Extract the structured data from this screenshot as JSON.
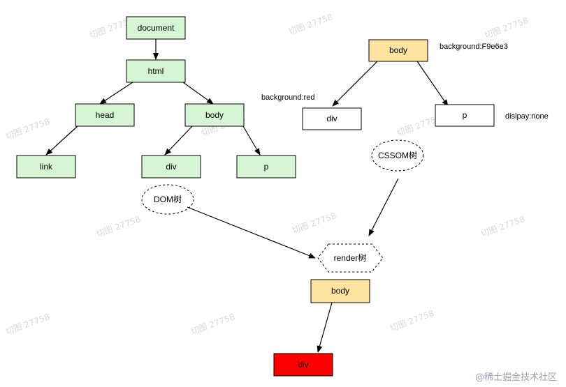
{
  "colors": {
    "dom_node_fill": "#d5f5d5",
    "body_node_fill": "#fde2a0",
    "white_node_fill": "#ffffff",
    "red_node_fill": "#ff0000",
    "stroke": "#000000",
    "watermark": "#d9d9d9"
  },
  "dom_tree": {
    "document": "document",
    "html": "html",
    "head": "head",
    "body": "body",
    "link": "link",
    "div": "div",
    "p": "p",
    "bubble_label": "DOM树"
  },
  "cssom_tree": {
    "body": "body",
    "body_style": "background:F9e6e3",
    "div": "div",
    "div_style": "background:red",
    "p": "p",
    "p_style": "dislpay:none",
    "bubble_label": "CSSOM树"
  },
  "render_tree": {
    "hexagon_label": "render树",
    "body": "body",
    "div": "div"
  },
  "watermark_text": "切图 27758",
  "footer_text": "@稀土掘金技术社区"
}
